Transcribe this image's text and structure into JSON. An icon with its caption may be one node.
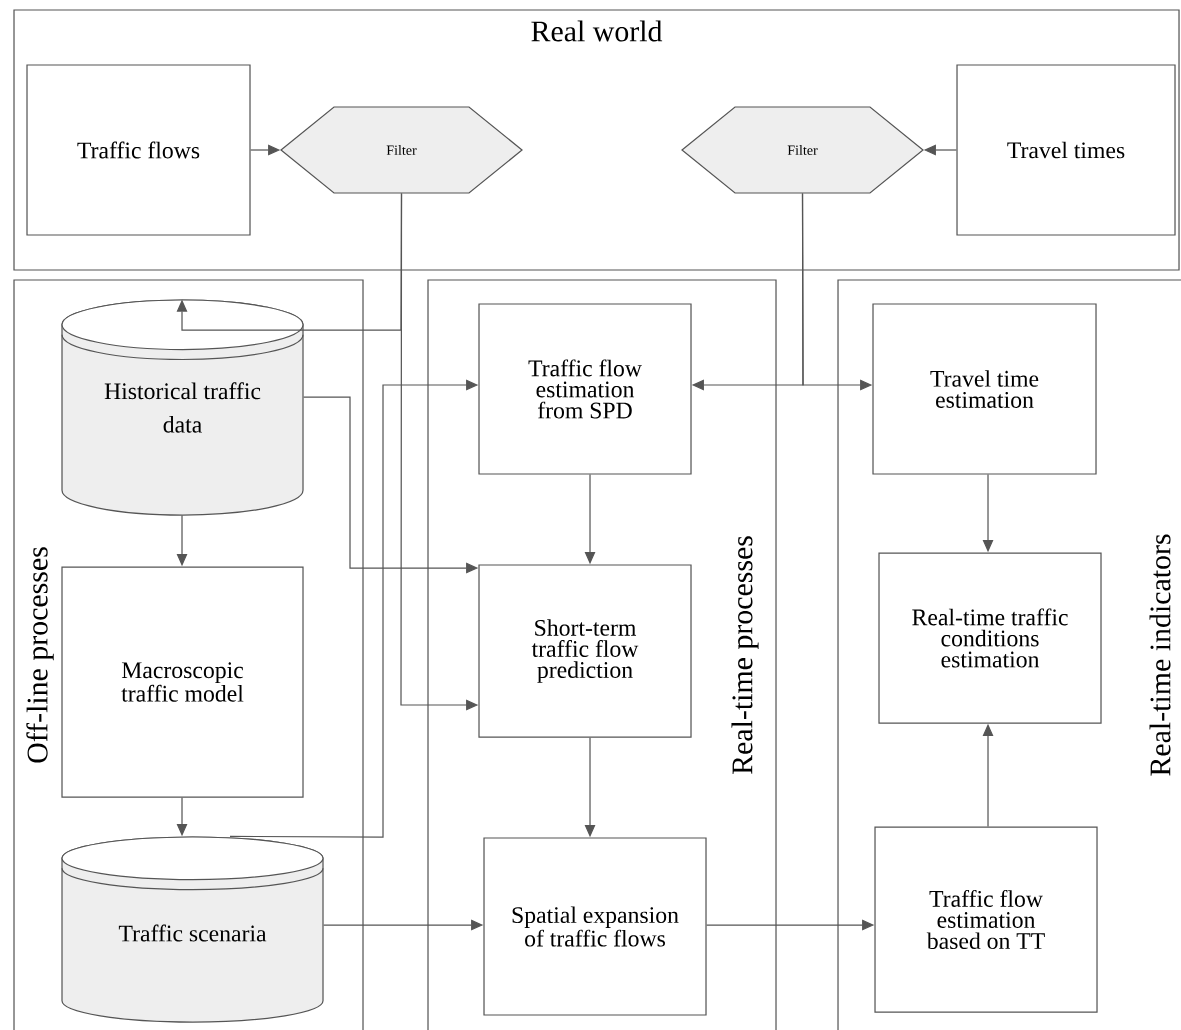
{
  "diagram": {
    "nodes": [
      {
        "text": [
          "Real world"
        ]
      },
      {
        "text": [
          "Traffic flows"
        ],
        "in": 0
      },
      {
        "text": [
          "Filter"
        ],
        "in": 0
      },
      {
        "text": [
          "Filter"
        ],
        "in": 0
      },
      {
        "text": [
          "Travel times"
        ],
        "in": 0
      },
      {
        "text": [
          "Off-line processes"
        ]
      },
      {
        "text": [
          "Historical traffic data"
        ],
        "in": 5
      },
      {
        "text": [
          "Macroscopic traffic model"
        ],
        "in": 5
      },
      {
        "text": [
          "Traffic scenaria"
        ],
        "in": 5
      },
      {
        "text": [
          "Real-time processes"
        ]
      },
      {
        "text": [
          "Traffic flow estimation from SPD"
        ],
        "in": 9
      },
      {
        "text": [
          "Short-term traffic flow prediction"
        ],
        "in": 9
      },
      {
        "text": [
          "Spatial expansion of traffic flows"
        ],
        "in": 9
      },
      {
        "text": [
          "Real-time indicators"
        ]
      },
      {
        "text": [
          "Travel time estimation"
        ],
        "in": 13
      },
      {
        "text": [
          "Real-time traffic conditions estimation"
        ],
        "in": 13
      },
      {
        "text": [
          "Traffic flow estimation based on TT"
        ],
        "in": 13
      }
    ],
    "edges": [
      {
        "from": 1,
        "to": 2,
        "arrow": "to"
      },
      {
        "from": 4,
        "to": 3,
        "arrow": "to"
      },
      {
        "from": 2,
        "to": 6,
        "arrow": "to"
      },
      {
        "from": 2,
        "to": 11,
        "arrow": "to"
      },
      {
        "from": 3,
        "to": 10,
        "arrow": "to"
      },
      {
        "from": 3,
        "to": 14,
        "arrow": "to"
      },
      {
        "from": 6,
        "to": 7,
        "arrow": "to"
      },
      {
        "from": 6,
        "to": 11,
        "arrow": "to"
      },
      {
        "from": 7,
        "to": 8,
        "arrow": "to"
      },
      {
        "from": 8,
        "to": 10,
        "arrow": "to"
      },
      {
        "from": 8,
        "to": 12,
        "arrow": "to"
      },
      {
        "from": 10,
        "to": 11,
        "arrow": "to"
      },
      {
        "from": 11,
        "to": 12,
        "arrow": "to"
      },
      {
        "from": 12,
        "to": 16,
        "arrow": "to"
      },
      {
        "from": 14,
        "to": 15,
        "arrow": "to"
      },
      {
        "from": 16,
        "to": 15,
        "arrow": "to"
      }
    ]
  }
}
